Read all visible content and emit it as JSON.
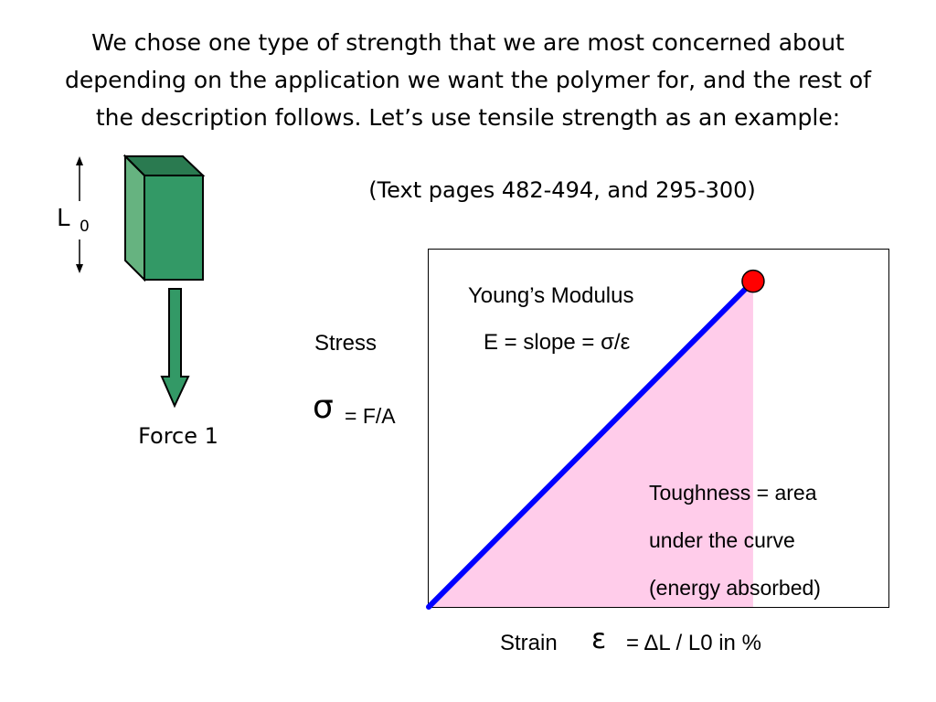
{
  "intro": {
    "line1": "We chose one type of strength that we are most concerned about",
    "line2": "depending on the application we want the polymer for, and the rest of",
    "line3": "the description follows.  Let’s use tensile strength as an example:"
  },
  "reference": "(Text pages 482-494,  and  295-300)",
  "specimen": {
    "length_label": "L",
    "length_subscript": "0",
    "force_label": "Force 1",
    "block_front_color": "#339966",
    "block_side_color": "#66b380",
    "block_top_color": "#2a7a50",
    "arrow_color": "#339966"
  },
  "chart": {
    "stress_label": "Stress",
    "stress_symbol": "σ",
    "stress_equation": "= F/A",
    "youngs_title": "Young’s Modulus",
    "youngs_equation": "E = slope = σ/ε",
    "toughness_line1": "Toughness = area",
    "toughness_line2": "under the curve",
    "toughness_line3": "(energy absorbed)",
    "strain_label": "Strain",
    "strain_symbol": "ε",
    "strain_equation": "=  ΔL / L0  in %",
    "line_color": "#0000ff",
    "fill_color": "#ffccea",
    "failure_point_color": "#ff0000"
  },
  "chart_data": {
    "type": "line",
    "series": [
      {
        "x": [
          0,
          1
        ],
        "y": [
          0,
          1
        ]
      }
    ],
    "xlim": [
      0,
      1.42
    ],
    "ylim": [
      0,
      1.1
    ],
    "area_under_curve": true,
    "end_marker": true,
    "grid": false
  }
}
